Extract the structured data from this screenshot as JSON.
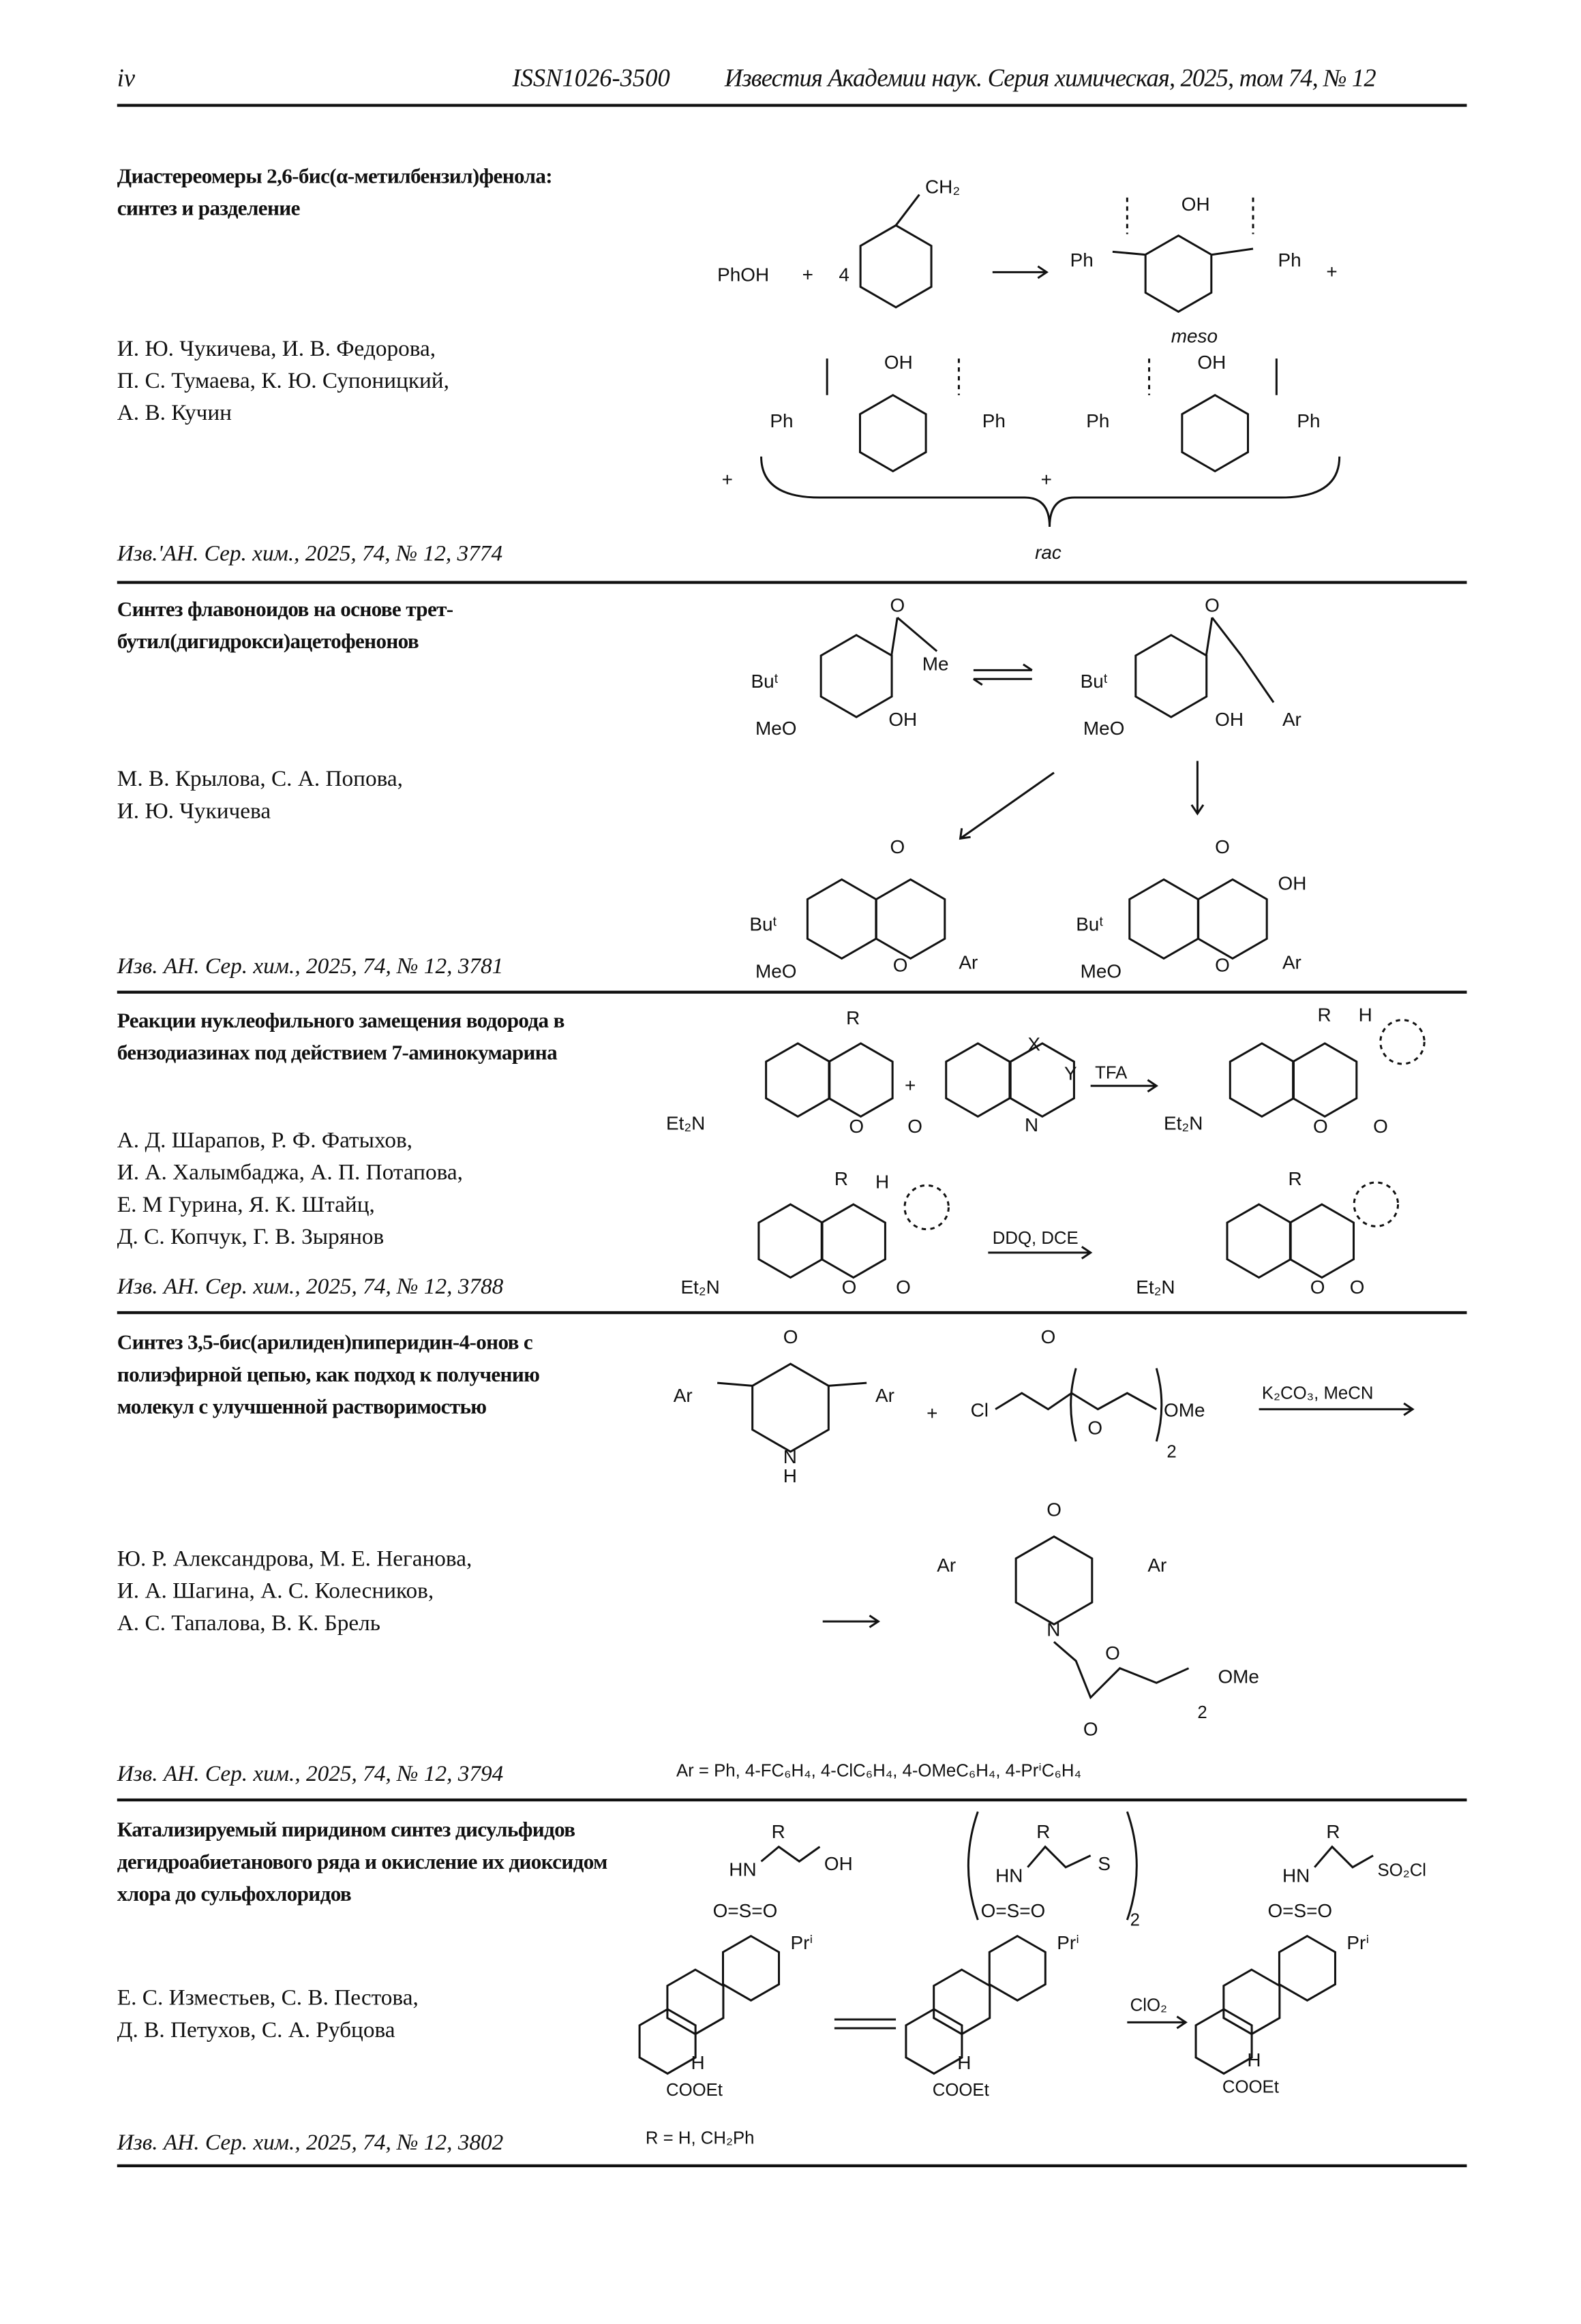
{
  "header": {
    "page_number": "iv",
    "issn": "ISSN1026-3500",
    "journal": "Известия Академии наук. Серия химическая, 2025, том 74, № 12"
  },
  "articles": [
    {
      "title": "Диастереомеры 2,6-бис(α-метилбензил)фенола: синтез и разделение",
      "authors": [
        "И. Ю. Чукичева, И. В. Федорова,",
        "П. С. Тумаева, К. Ю. Супоницкий,",
        "А. В. Кучин"
      ],
      "citation": "Изв.'АН. Сер. хим., 2025, 74, № 12, 3774"
    },
    {
      "title": "Синтез флавоноидов на основе трет-бутил(дигидрокси)ацетофенонов",
      "authors": [
        "М. В. Крылова, С. А. Попова,",
        "И. Ю. Чукичева"
      ],
      "citation": "Изв. АН. Сер. хим., 2025, 74, № 12, 3781"
    },
    {
      "title": "Реакции нуклеофильного замещения водорода в бензодиазинах под действием 7-аминокумарина",
      "authors": [
        "А. Д. Шарапов, Р. Ф. Фатыхов,",
        "И. А. Халымбаджа, А. П. Потапова,",
        "Е. М Гурина, Я. К. Штайц,",
        "Д. С. Копчук, Г. В. Зырянов"
      ],
      "citation": "Изв. АН. Сер. хим., 2025, 74, № 12, 3788"
    },
    {
      "title": "Синтез 3,5-бис(арилиден)пиперидин-4-онов с полиэфирной цепью, как подход к получению молекул с улучшенной растворимостью",
      "authors": [
        "Ю. Р. Александрова, М. Е. Неганова,",
        "И. А. Шагина, А. С. Колесников,",
        "А. С. Тапалова, В. К. Брель"
      ],
      "citation": "Изв. АН. Сер. хим., 2025, 74, № 12, 3794"
    },
    {
      "title": "Катализируемый пиридином синтез дисульфидов дегидроабиетанового ряда и окисление их диоксидом хлора до сульфохлоридов",
      "authors": [
        "Е. С. Изместьев, С. В. Пестова,",
        "Д. В. Петухов, С. А. Рубцова"
      ],
      "citation": "Изв. АН. Сер. хим., 2025, 74, № 12, 3802"
    }
  ],
  "schemes": {
    "s1": {
      "phoh": "PhOH",
      "plus": "+",
      "four": "4",
      "ch2": "CH₂",
      "ph": "Ph",
      "oh": "OH",
      "meso": "meso",
      "rac": "rac"
    },
    "s2": {
      "o": "O",
      "me": "Me",
      "but": "Buᵗ",
      "meo": "MeO",
      "oh": "OH",
      "ar": "Ar"
    },
    "s3": {
      "r": "R",
      "h": "H",
      "et2n": "Et₂N",
      "o": "O",
      "x": "X",
      "y": "Y",
      "n": "N",
      "tfa": "TFA",
      "ddq": "DDQ, DCE",
      "plus": "+"
    },
    "s4": {
      "o": "O",
      "ar": "Ar",
      "nh": "N",
      "h": "H",
      "n": "N",
      "cl": "Cl",
      "ome": "OMe",
      "two": "2",
      "plus": "+",
      "reagents": "K₂CO₃, MeCN",
      "ar_def": "Ar = Ph, 4-FC₆H₄, 4-ClC₆H₄, 4-OMeC₆H₄, 4-PrⁱC₆H₄"
    },
    "s5": {
      "r": "R",
      "hn": "HN",
      "oh": "OH",
      "oso": "O=S=O",
      "pri": "Prⁱ",
      "h": "H",
      "cooet": "COOEt",
      "s": "S",
      "two": "2",
      "so2cl": "SO₂Cl",
      "clo2": "ClO₂",
      "r_def": "R = H, CH₂Ph"
    }
  }
}
